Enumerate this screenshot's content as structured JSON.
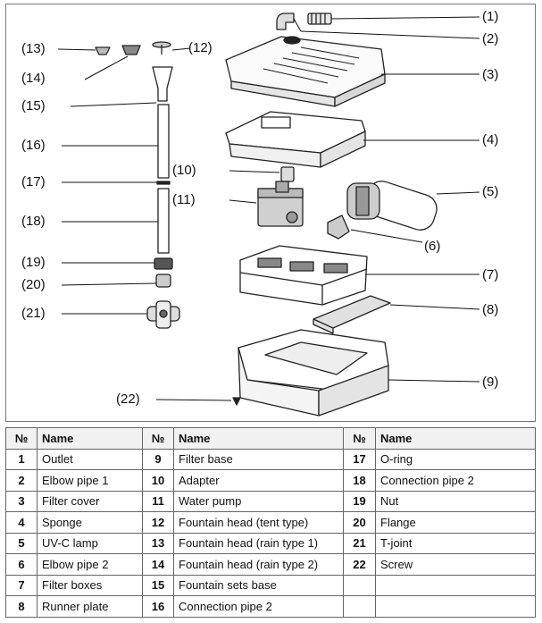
{
  "callouts": [
    {
      "id": "c1",
      "text": "(1)"
    },
    {
      "id": "c2",
      "text": "(2)"
    },
    {
      "id": "c3",
      "text": "(3)"
    },
    {
      "id": "c4",
      "text": "(4)"
    },
    {
      "id": "c5",
      "text": "(5)"
    },
    {
      "id": "c6",
      "text": "(6)"
    },
    {
      "id": "c7",
      "text": "(7)"
    },
    {
      "id": "c8",
      "text": "(8)"
    },
    {
      "id": "c9",
      "text": "(9)"
    },
    {
      "id": "c10",
      "text": "(10)"
    },
    {
      "id": "c11",
      "text": "(11)"
    },
    {
      "id": "c12",
      "text": "(12)"
    },
    {
      "id": "c13",
      "text": "(13)"
    },
    {
      "id": "c14",
      "text": "(14)"
    },
    {
      "id": "c15",
      "text": "(15)"
    },
    {
      "id": "c16",
      "text": "(16)"
    },
    {
      "id": "c17",
      "text": "(17)"
    },
    {
      "id": "c18",
      "text": "(18)"
    },
    {
      "id": "c19",
      "text": "(19)"
    },
    {
      "id": "c20",
      "text": "(20)"
    },
    {
      "id": "c21",
      "text": "(21)"
    },
    {
      "id": "c22",
      "text": "(22)"
    }
  ],
  "table": {
    "headers": [
      "№",
      "Name",
      "№",
      "Name",
      "№",
      "Name"
    ],
    "rows": [
      [
        "1",
        "Outlet",
        "9",
        "Filter base",
        "17",
        "O-ring"
      ],
      [
        "2",
        "Elbow pipe 1",
        "10",
        "Adapter",
        "18",
        "Connection pipe 2"
      ],
      [
        "3",
        "Filter cover",
        "11",
        "Water pump",
        "19",
        "Nut"
      ],
      [
        "4",
        "Sponge",
        "12",
        "Fountain head (tent type)",
        "20",
        "Flange"
      ],
      [
        "5",
        "UV-C lamp",
        "13",
        "Fountain head (rain type 1)",
        "21",
        "T-joint"
      ],
      [
        "6",
        "Elbow pipe 2",
        "14",
        "Fountain head (rain type 2)",
        "22",
        "Screw"
      ],
      [
        "7",
        "Filter boxes",
        "15",
        "Fountain sets base",
        "",
        ""
      ],
      [
        "8",
        "Runner plate",
        "16",
        "Connection pipe 2",
        "",
        ""
      ]
    ]
  }
}
